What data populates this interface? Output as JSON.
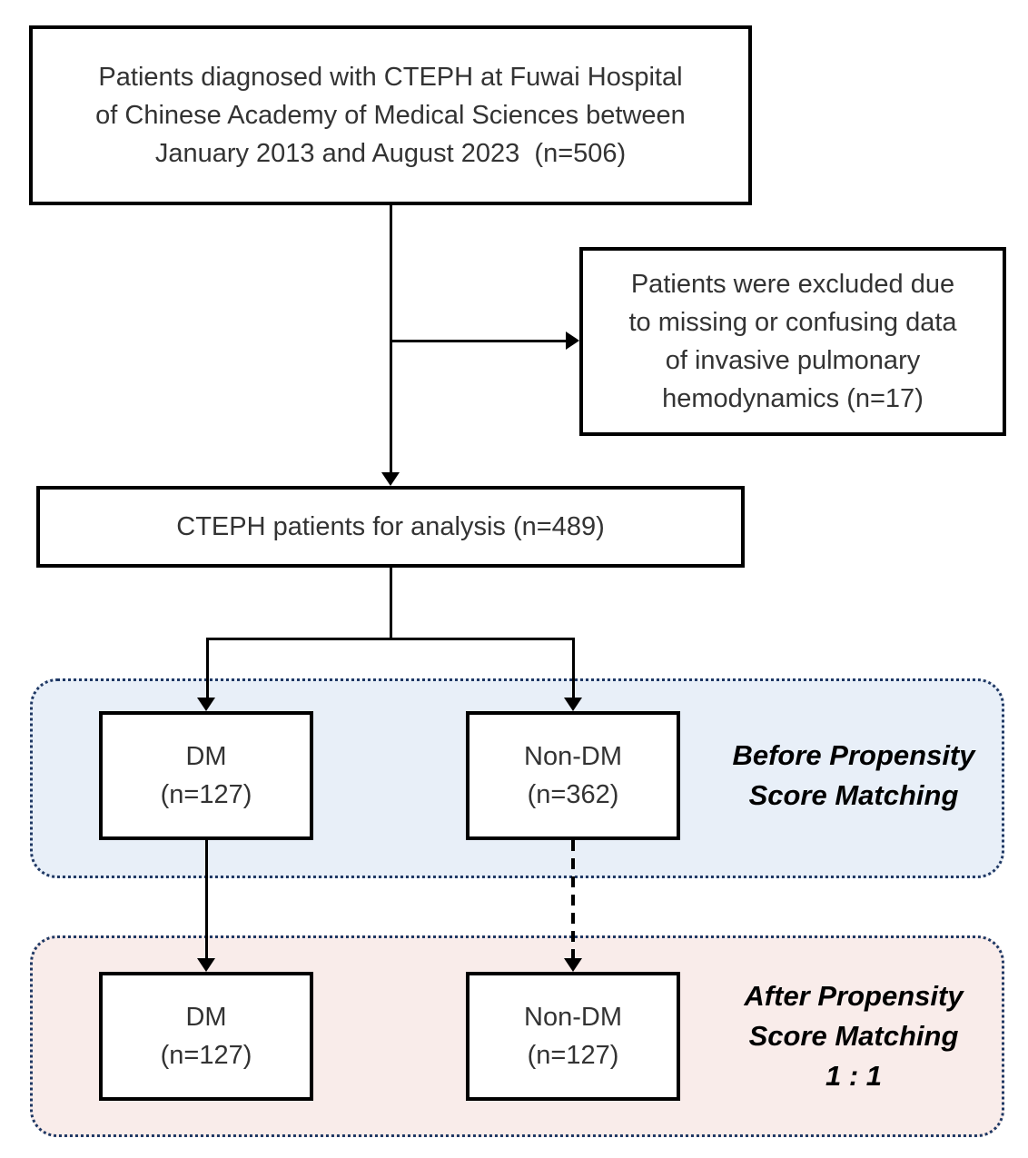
{
  "figure": {
    "type": "patient-flow-diagram",
    "boxes": {
      "initial": {
        "lines": [
          "Patients diagnosed with CTEPH at Fuwai Hospital",
          "of Chinese Academy of Medical Sciences between",
          "January 2013 and August 2023  (n=506)"
        ],
        "n": 506
      },
      "excluded": {
        "lines": [
          "Patients were excluded due",
          "to missing or confusing data",
          "of invasive pulmonary",
          "hemodynamics (n=17)"
        ],
        "n": 17
      },
      "analysis": {
        "lines": [
          "CTEPH patients for analysis (n=489)"
        ],
        "n": 489
      },
      "before_dm": {
        "lines": [
          "DM",
          "(n=127)"
        ],
        "n": 127
      },
      "before_nondm": {
        "lines": [
          "Non-DM",
          "(n=362)"
        ],
        "n": 362
      },
      "after_dm": {
        "lines": [
          "DM",
          "(n=127)"
        ],
        "n": 127
      },
      "after_nondm": {
        "lines": [
          "Non-DM",
          "(n=127)"
        ],
        "n": 127
      }
    },
    "panels": {
      "before": {
        "label_lines": [
          "Before Propensity",
          "Score Matching"
        ]
      },
      "after": {
        "label_lines": [
          "After Propensity",
          "Score Matching",
          "1 : 1"
        ]
      }
    }
  },
  "colors": {
    "panel_before_bg": "#e8eff8",
    "panel_after_bg": "#f9ecea",
    "panel_border": "#1f3864",
    "box_border": "#000000",
    "box_text": "#333333",
    "label_text": "#000000",
    "connector": "#000000"
  }
}
